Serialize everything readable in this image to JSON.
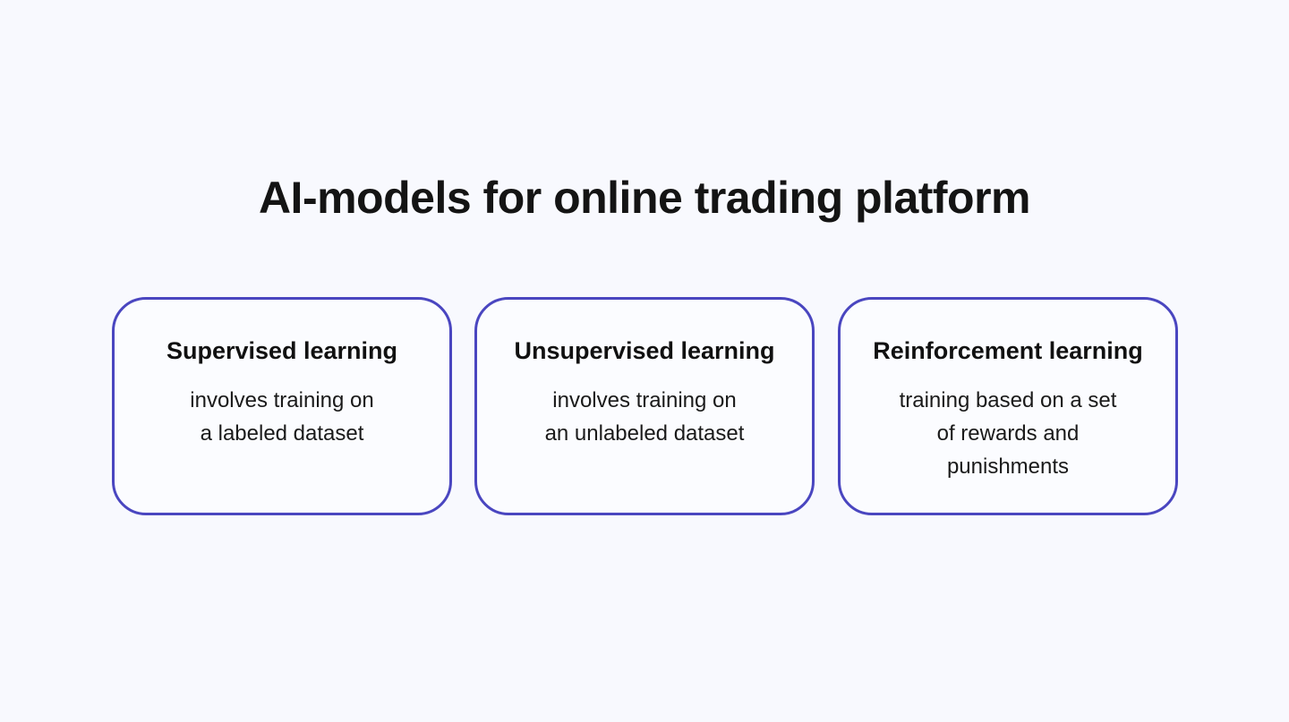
{
  "title": "AI-models for online trading platform",
  "accent_color": "#4a46c0",
  "cards": [
    {
      "heading": "Supervised learning",
      "text": "involves training on\na labeled dataset"
    },
    {
      "heading": "Unsupervised learning",
      "text": "involves training on\nan unlabeled dataset"
    },
    {
      "heading": "Reinforcement learning",
      "text": "training based on a set\nof rewards and\npunishments"
    }
  ]
}
